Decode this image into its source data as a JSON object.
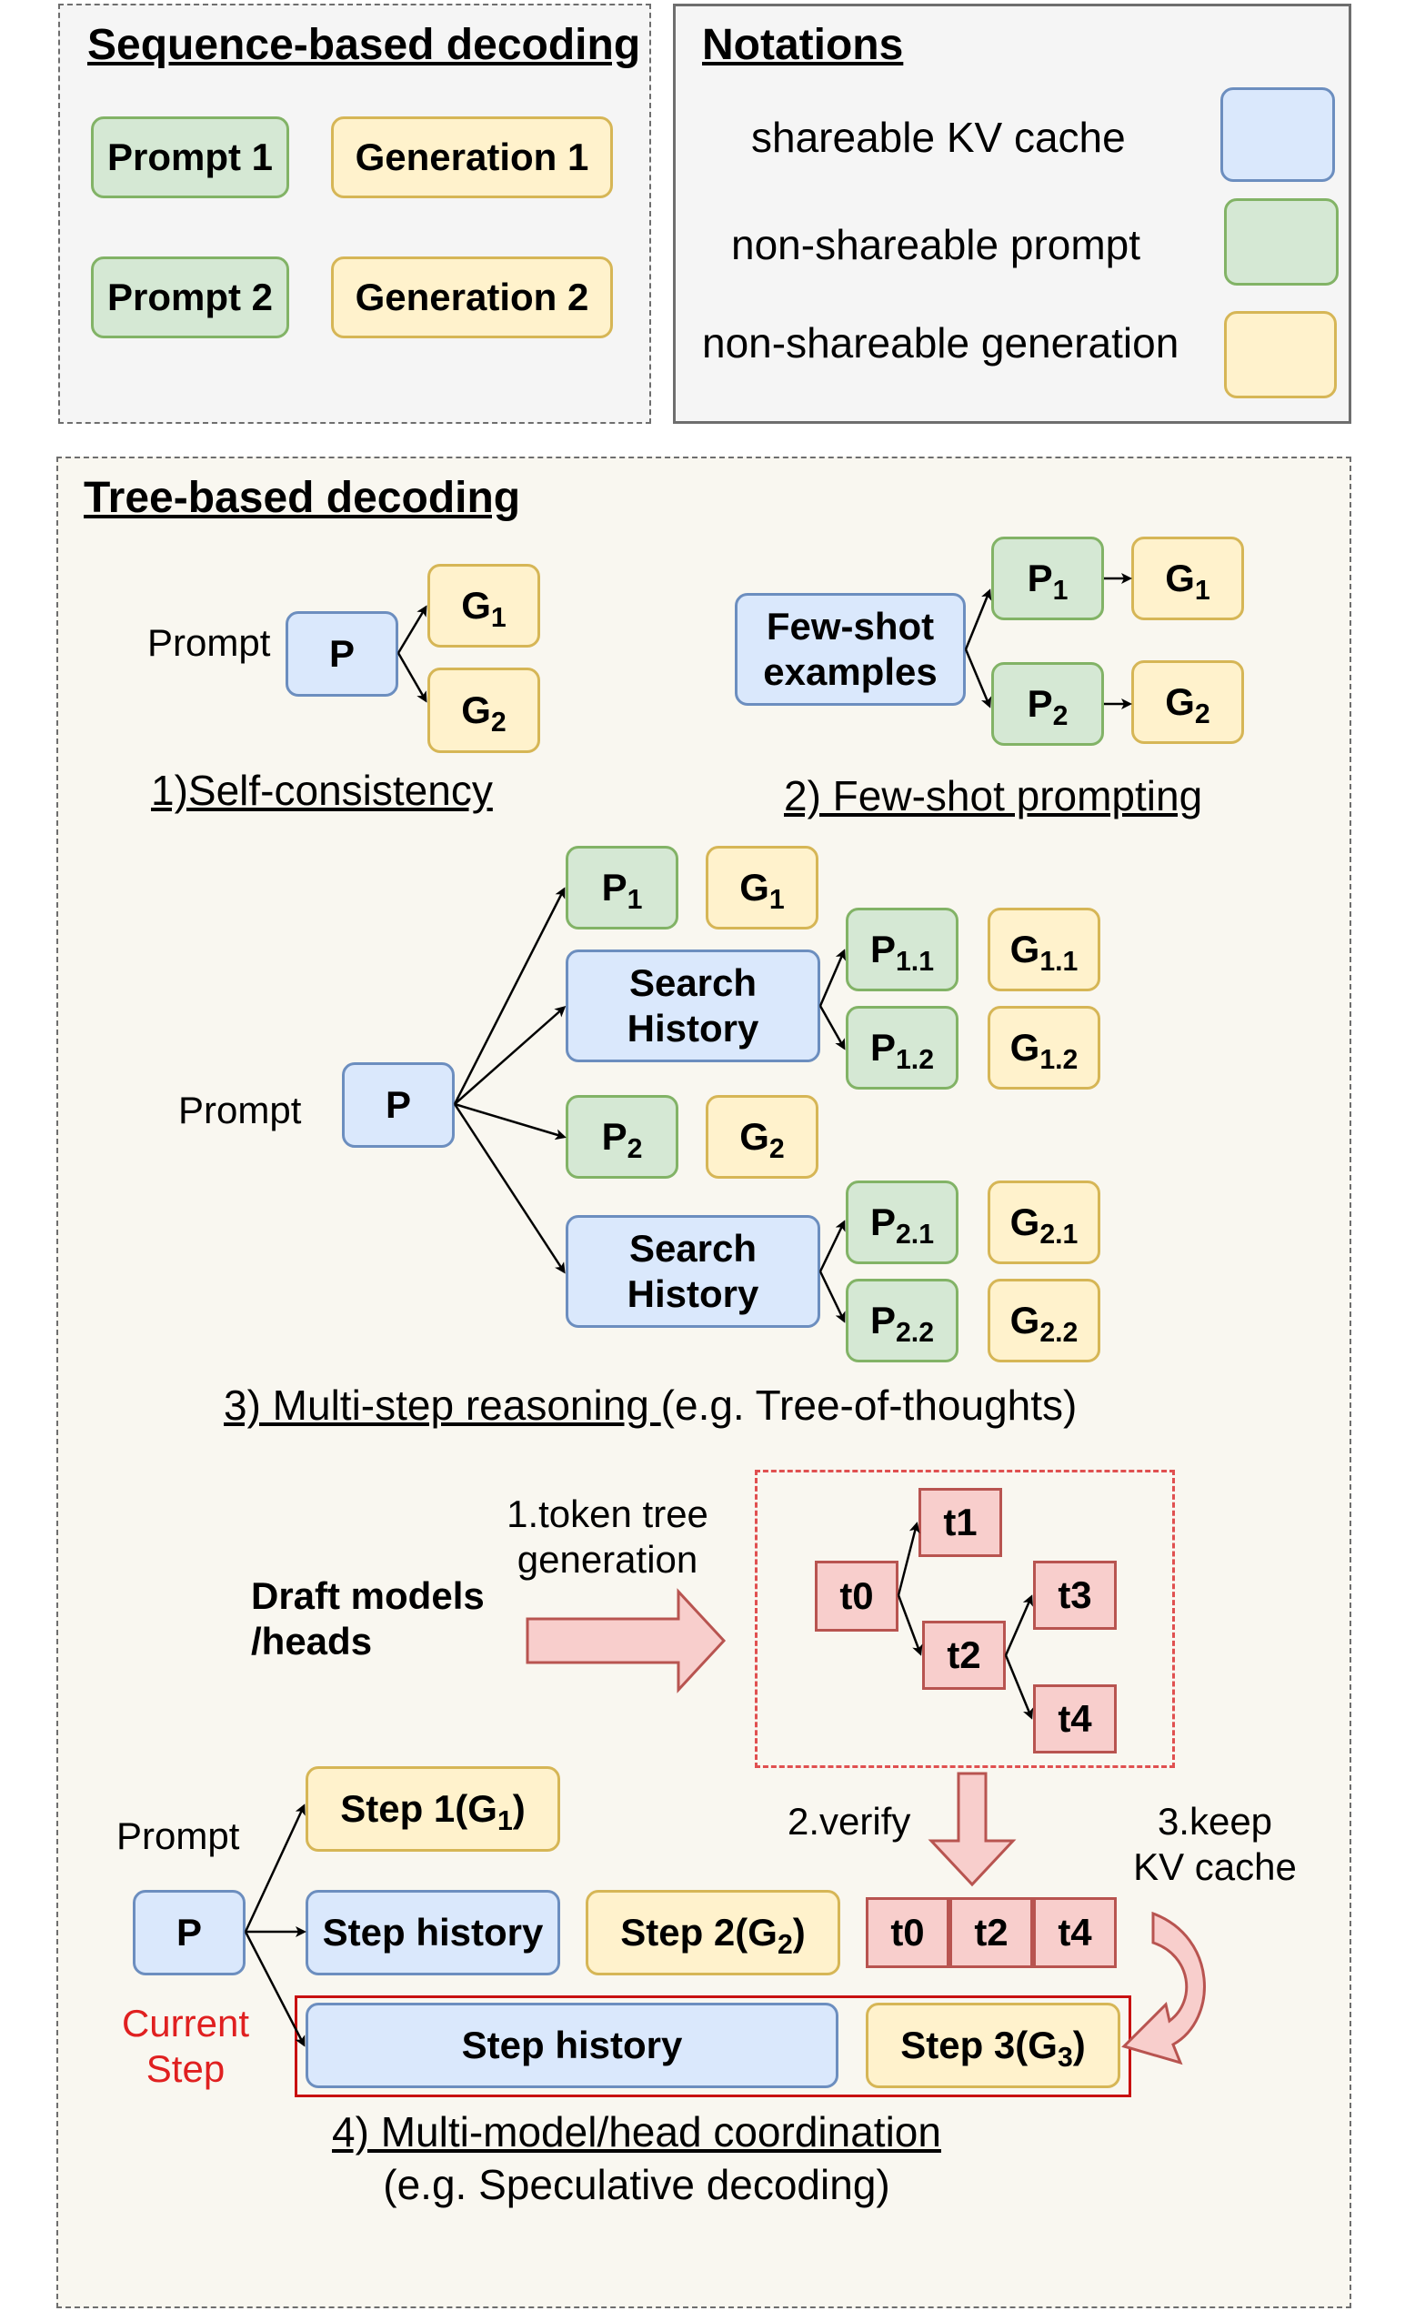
{
  "sequence_panel": {
    "title": "Sequence-based decoding",
    "prompt1": "Prompt 1",
    "generation1": "Generation 1",
    "prompt2": "Prompt 2",
    "generation2": "Generation 2"
  },
  "notations_panel": {
    "title": "Notations",
    "items": [
      {
        "label": "shareable KV cache",
        "color": "#dae8fc"
      },
      {
        "label": "non-shareable prompt",
        "color": "#d5e8d4"
      },
      {
        "label": "non-shareable generation",
        "color": "#fff2cc"
      }
    ]
  },
  "tree_panel": {
    "title": "Tree-based decoding",
    "self_consistency": {
      "prompt_label": "Prompt",
      "p": "P",
      "g1": {
        "base": "G",
        "sub": "1"
      },
      "g2": {
        "base": "G",
        "sub": "2"
      },
      "caption": "1)Self-consistency"
    },
    "few_shot": {
      "examples_line1": "Few-shot",
      "examples_line2": "examples",
      "p1": {
        "base": "P",
        "sub": "1"
      },
      "g1": {
        "base": "G",
        "sub": "1"
      },
      "p2": {
        "base": "P",
        "sub": "2"
      },
      "g2": {
        "base": "G",
        "sub": "2"
      },
      "caption": "2) Few-shot prompting"
    },
    "multi_step": {
      "prompt_label": "Prompt",
      "p": "P",
      "p1": {
        "base": "P",
        "sub": "1"
      },
      "g1": {
        "base": "G",
        "sub": "1"
      },
      "search1_line1": "Search",
      "search1_line2": "History",
      "p11": {
        "base": "P",
        "sub": "1.1"
      },
      "g11": {
        "base": "G",
        "sub": "1.1"
      },
      "p12": {
        "base": "P",
        "sub": "1.2"
      },
      "g12": {
        "base": "G",
        "sub": "1.2"
      },
      "p2": {
        "base": "P",
        "sub": "2"
      },
      "g2": {
        "base": "G",
        "sub": "2"
      },
      "search2_line1": "Search",
      "search2_line2": "History",
      "p21": {
        "base": "P",
        "sub": "2.1"
      },
      "g21": {
        "base": "G",
        "sub": "2.1"
      },
      "p22": {
        "base": "P",
        "sub": "2.2"
      },
      "g22": {
        "base": "G",
        "sub": "2.2"
      },
      "caption_underlined": "3) Multi-step reasoning ",
      "caption_rest": "(e.g. Tree-of-thoughts)"
    },
    "speculative": {
      "draft_line1": "Draft models",
      "draft_line2": "/heads",
      "token_tree_line1": "1.token tree",
      "token_tree_line2": "generation",
      "t0": "t0",
      "t1": "t1",
      "t2": "t2",
      "t3": "t3",
      "t4": "t4",
      "verify": "2.verify",
      "keep_line1": "3.keep",
      "keep_line2": "KV cache",
      "prompt_label": "Prompt",
      "p": "P",
      "step1": {
        "base": "Step 1(G",
        "sub": "1",
        "end": ")"
      },
      "step_history": "Step history",
      "step2": {
        "base": "Step 2(G",
        "sub": "2",
        "end": ")"
      },
      "verified_tokens": [
        "t0",
        "t2",
        "t4"
      ],
      "current_step_line1": "Current",
      "current_step_line2": "Step",
      "step_history_long": "Step history",
      "step3": {
        "base": "Step 3(G",
        "sub": "3",
        "end": ")"
      },
      "caption_line1": "4) Multi-model/head coordination ",
      "caption_line2": "(e.g. Speculative decoding)"
    }
  }
}
